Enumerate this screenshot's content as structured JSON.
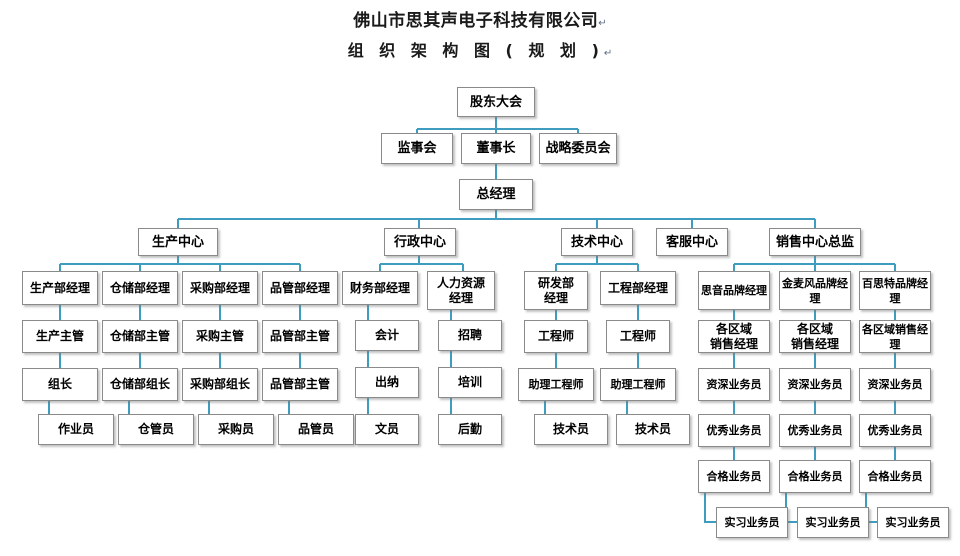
{
  "title": {
    "line1": "佛山市思其声电子科技有限公司",
    "line1_mark": "↵",
    "line2": "组 织 架 构 图 ( 规 划 )",
    "line2_mark": "↵"
  },
  "theme": {
    "connector_color": "#3e9dbe",
    "box_border": "#8a8a8a",
    "box_fill": "#ffffff",
    "text_color": "#000000",
    "page_background": "#ffffff"
  },
  "nodes": {
    "shareholders": "股东大会",
    "supervisors": "监事会",
    "chairman": "董事长",
    "strategy_committee": "战略委员会",
    "general_manager": "总经理",
    "center_production": "生产中心",
    "center_admin": "行政中心",
    "center_tech": "技术中心",
    "center_service": "客服中心",
    "center_sales": "销售中心总监",
    "prod_mgr": "生产部经理",
    "prod_sup": "生产主管",
    "prod_lead": "组长",
    "prod_worker": "作业员",
    "wh_mgr": "仓储部经理",
    "wh_sup": "仓储部主管",
    "wh_lead": "仓储部组长",
    "wh_worker": "仓管员",
    "pur_mgr": "采购部经理",
    "pur_sup": "采购主管",
    "pur_lead": "采购部组长",
    "pur_worker": "采购员",
    "qc_mgr": "品管部经理",
    "qc_sup": "品管部主管",
    "qc_lead": "品管部主管",
    "qc_worker": "品管员",
    "fin_mgr": "财务部经理",
    "fin_acct": "会计",
    "fin_cashier": "出纳",
    "fin_clerk": "文员",
    "hr_mgr": "人力资源\n经理",
    "hr_recruit": "招聘",
    "hr_train": "培训",
    "hr_logistics": "后勤",
    "rd_mgr": "研发部\n经理",
    "rd_eng": "工程师",
    "rd_asst": "助理工程师",
    "rd_tech": "技术员",
    "eng_mgr": "工程部经理",
    "eng_eng": "工程师",
    "eng_asst": "助理工程师",
    "eng_tech": "技术员",
    "brand1_mgr": "思音品牌经理",
    "brand1_region": "各区域\n销售经理",
    "brand1_senior": "资深业务员",
    "brand1_excellent": "优秀业务员",
    "brand1_qualified": "合格业务员",
    "brand1_intern": "实习业务员",
    "brand2_mgr": "金麦风品牌经理",
    "brand2_region": "各区域\n销售经理",
    "brand2_senior": "资深业务员",
    "brand2_excellent": "优秀业务员",
    "brand2_qualified": "合格业务员",
    "brand2_intern": "实习业务员",
    "brand3_mgr": "百思特品牌经理",
    "brand3_region": "各区域销售经\n理",
    "brand3_senior": "资深业务员",
    "brand3_excellent": "优秀业务员",
    "brand3_qualified": "合格业务员",
    "brand3_intern": "实习业务员"
  }
}
